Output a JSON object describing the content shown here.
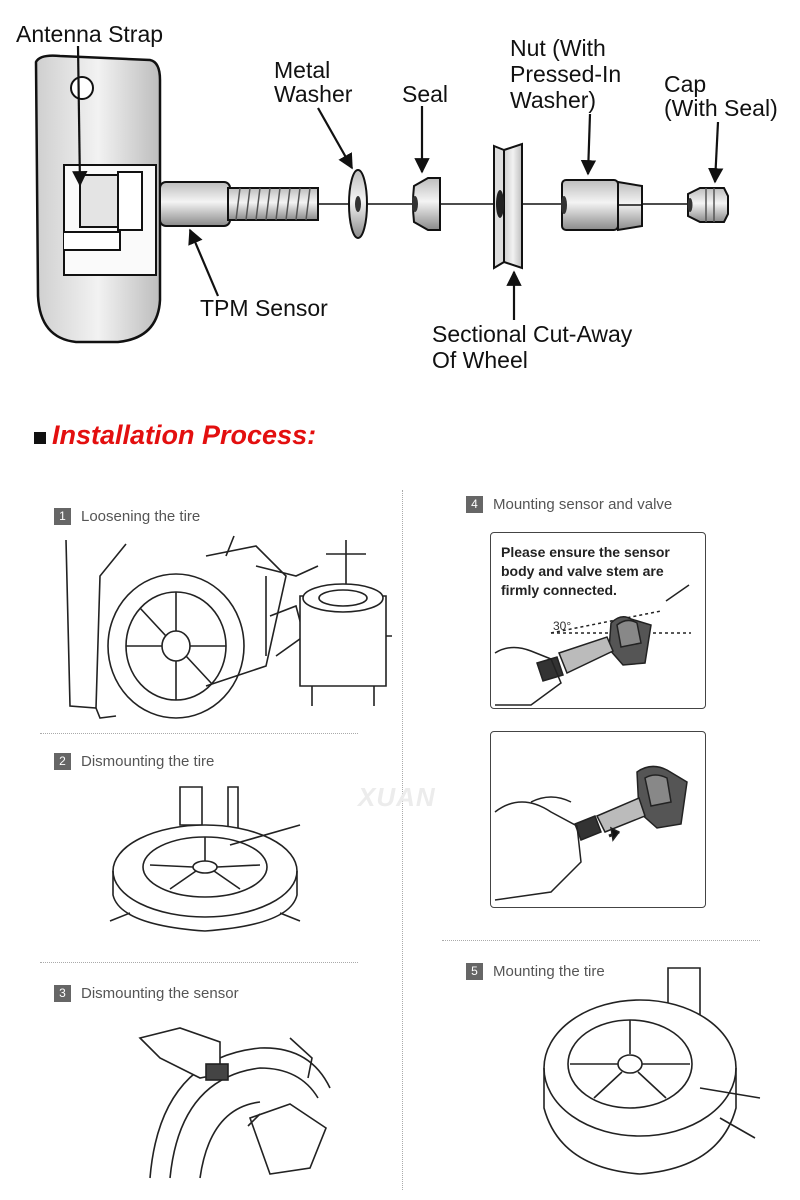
{
  "diagram": {
    "labels": {
      "antenna_strap": "Antenna Strap",
      "metal_washer_1": "Metal",
      "metal_washer_2": "Washer",
      "seal": "Seal",
      "nut_1": "Nut (With",
      "nut_2": "Pressed-In",
      "nut_3": "Washer)",
      "cap_1": "Cap",
      "cap_2": "(With Seal)",
      "tpm_sensor": "TPM Sensor",
      "wheel_1": "Sectional Cut-Away",
      "wheel_2": "Of Wheel"
    }
  },
  "installation": {
    "title": "Installation Process:",
    "steps": [
      {
        "num": "1",
        "label": "Loosening the tire"
      },
      {
        "num": "2",
        "label": "Dismounting the tire"
      },
      {
        "num": "3",
        "label": "Dismounting the sensor"
      },
      {
        "num": "4",
        "label": "Mounting sensor and valve"
      },
      {
        "num": "5",
        "label": "Mounting the tire"
      }
    ],
    "note_lines": [
      "Please ensure the sensor",
      "body and valve stem are",
      "firmly connected."
    ],
    "angle_label": "30°"
  },
  "watermark": "XUAN"
}
